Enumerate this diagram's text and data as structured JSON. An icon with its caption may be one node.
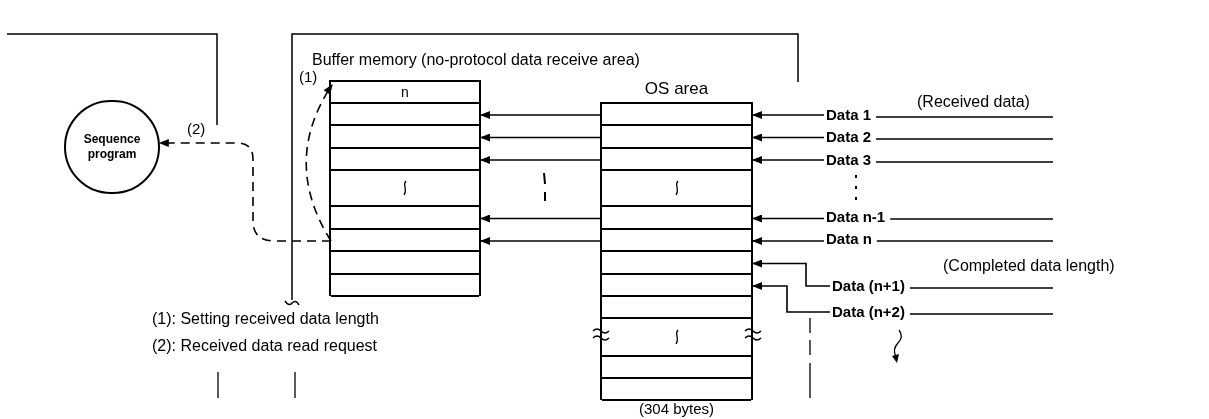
{
  "diagram": {
    "nodes": [
      {
        "text": [
          "Sequence program"
        ]
      },
      {
        "text": [],
        "shape": "box"
      },
      {
        "text": [
          "n"
        ],
        "in": 1
      },
      {
        "text": [],
        "shape": "box",
        "in": 1
      },
      {
        "text": [],
        "shape": "box",
        "in": 1
      },
      {
        "text": [],
        "shape": "box",
        "in": 1
      },
      {
        "text": [],
        "shape": "box",
        "in": 1
      },
      {
        "text": [],
        "shape": "box",
        "in": 1
      },
      {
        "text": [],
        "shape": "box",
        "in": 1
      },
      {
        "text": [],
        "shape": "box",
        "in": 1
      },
      {
        "text": [],
        "shape": "box",
        "in": 1
      },
      {
        "text": [
          "OS area"
        ],
        "beside": [
          "(304 bytes)"
        ]
      },
      {
        "text": [],
        "shape": "box",
        "in": 11
      },
      {
        "text": [],
        "shape": "box",
        "in": 11
      },
      {
        "text": [],
        "shape": "box",
        "in": 11
      },
      {
        "text": [],
        "shape": "box",
        "in": 11
      },
      {
        "text": [],
        "shape": "box",
        "in": 11
      },
      {
        "text": [],
        "shape": "box",
        "in": 11
      },
      {
        "text": [],
        "shape": "box",
        "in": 11
      },
      {
        "text": [],
        "shape": "box",
        "in": 11
      },
      {
        "text": [],
        "shape": "box",
        "in": 11
      },
      {
        "text": [],
        "shape": "box",
        "in": 11
      },
      {
        "text": [],
        "shape": "box",
        "in": 11
      },
      {
        "text": [],
        "shape": "box",
        "in": 11
      },
      {
        "text": [
          "Data 1"
        ]
      },
      {
        "text": [
          "Data 2"
        ]
      },
      {
        "text": [
          "Data 3"
        ]
      },
      {
        "text": [
          "Data n-1"
        ]
      },
      {
        "text": [
          "Data n"
        ]
      },
      {
        "text": [
          "Data (n+1)"
        ]
      },
      {
        "text": [
          "Data (n+2)"
        ]
      }
    ],
    "edges": [
      {
        "from": 12,
        "to": 3,
        "arrow": "to"
      },
      {
        "from": 13,
        "to": 4,
        "arrow": "to"
      },
      {
        "from": 14,
        "to": 5,
        "arrow": "to"
      },
      {
        "from": 16,
        "to": 7,
        "arrow": "to"
      },
      {
        "from": 17,
        "to": 8,
        "arrow": "to"
      },
      {
        "from": 24,
        "to": 12,
        "arrow": "to"
      },
      {
        "from": 25,
        "to": 13,
        "arrow": "to"
      },
      {
        "from": 26,
        "to": 14,
        "arrow": "to"
      },
      {
        "from": 27,
        "to": 16,
        "arrow": "to"
      },
      {
        "from": 28,
        "to": 17,
        "arrow": "to"
      },
      {
        "from": 29,
        "to": 18,
        "arrow": "to"
      },
      {
        "from": 30,
        "to": 19,
        "arrow": "to"
      },
      {
        "from": 8,
        "to": 0,
        "arrow": "to",
        "style": "dashed",
        "label": "(2)"
      },
      {
        "from": 8,
        "to": 2,
        "arrow": "to",
        "style": "dashed",
        "label": "(1)"
      },
      {
        "from": null,
        "to": 24,
        "arrow": "none"
      },
      {
        "from": null,
        "to": 25,
        "arrow": "none"
      },
      {
        "from": null,
        "to": 26,
        "arrow": "none"
      },
      {
        "from": null,
        "to": 27,
        "arrow": "none"
      },
      {
        "from": null,
        "to": 28,
        "arrow": "none"
      },
      {
        "from": null,
        "to": 29,
        "arrow": "none"
      },
      {
        "from": null,
        "to": 30,
        "arrow": "none"
      }
    ],
    "labels": [
      "Buffer memory (no-protocol data receive area)",
      "(Received data)",
      "(Completed data length)",
      "(1): Setting received data length",
      "(2): Received data read request"
    ]
  }
}
